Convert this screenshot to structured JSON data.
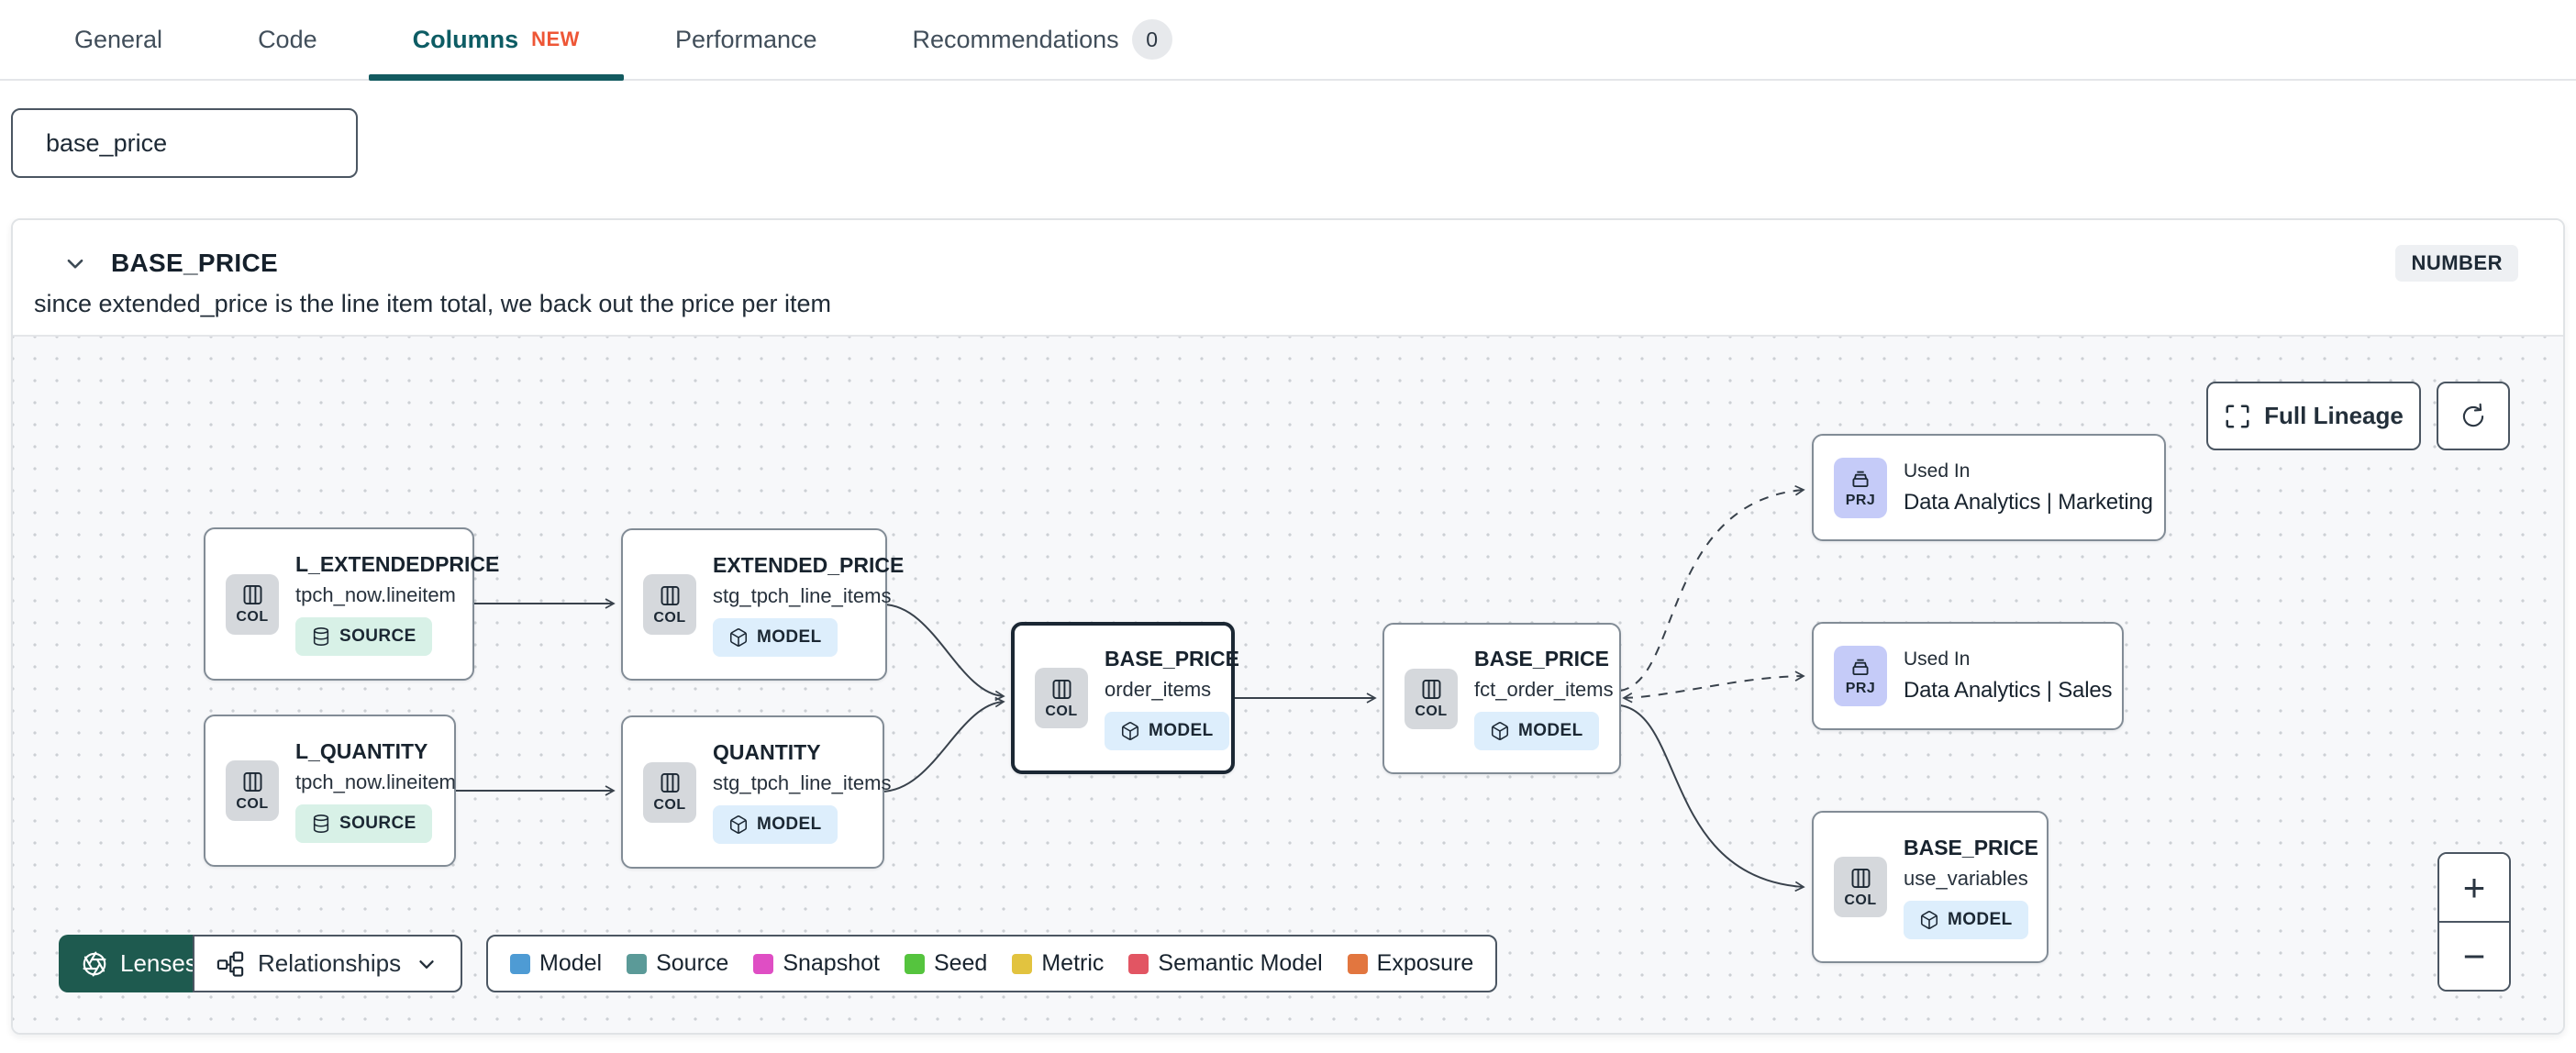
{
  "tabs": {
    "items": [
      {
        "label": "General"
      },
      {
        "label": "Code"
      },
      {
        "label": "Columns",
        "badge": "NEW"
      },
      {
        "label": "Performance"
      },
      {
        "label": "Recommendations",
        "count": "0"
      }
    ]
  },
  "search": {
    "value": "base_price"
  },
  "column_panel": {
    "title": "BASE_PRICE",
    "type_badge": "NUMBER",
    "description": "since extended_price is the line item total, we back out the price per item"
  },
  "lineage": {
    "full_lineage_label": "Full Lineage",
    "zoom_in_label": "+",
    "zoom_out_label": "−",
    "footer": {
      "lenses_label": "Lenses",
      "relationships_label": "Relationships"
    },
    "legend": [
      {
        "label": "Model",
        "color": "#4e9bd4"
      },
      {
        "label": "Source",
        "color": "#5b9a98"
      },
      {
        "label": "Snapshot",
        "color": "#df4ec4"
      },
      {
        "label": "Seed",
        "color": "#55c43e"
      },
      {
        "label": "Metric",
        "color": "#e2c33f"
      },
      {
        "label": "Semantic Model",
        "color": "#e25563"
      },
      {
        "label": "Exposure",
        "color": "#e2763f"
      }
    ],
    "nodes": [
      {
        "icon_label": "COL",
        "title": "L_EXTENDEDPRICE",
        "subtitle": "tpch_now.lineitem",
        "badge": "SOURCE"
      },
      {
        "icon_label": "COL",
        "title": "EXTENDED_PRICE",
        "subtitle": "stg_tpch_line_items",
        "badge": "MODEL"
      },
      {
        "icon_label": "COL",
        "title": "L_QUANTITY",
        "subtitle": "tpch_now.lineitem",
        "badge": "SOURCE"
      },
      {
        "icon_label": "COL",
        "title": "QUANTITY",
        "subtitle": "stg_tpch_line_items",
        "badge": "MODEL"
      },
      {
        "icon_label": "COL",
        "title": "BASE_PRICE",
        "subtitle": "order_items",
        "badge": "MODEL"
      },
      {
        "icon_label": "COL",
        "title": "BASE_PRICE",
        "subtitle": "fct_order_items",
        "badge": "MODEL"
      },
      {
        "icon_label": "PRJ",
        "kicker": "Used In",
        "title": "Data Analytics | Marketing"
      },
      {
        "icon_label": "PRJ",
        "kicker": "Used In",
        "title": "Data Analytics | Sales"
      },
      {
        "icon_label": "COL",
        "title": "BASE_PRICE",
        "subtitle": "use_variables",
        "badge": "MODEL"
      }
    ]
  },
  "colors": {
    "accent_teal": "#135b60",
    "new_badge_orange": "#ee5636",
    "lenses_green": "#1e5a4f",
    "model_badge_bg": "#ddeefc",
    "source_badge_bg": "#d8f1e7",
    "prj_tile_bg": "#c5cbf8"
  }
}
